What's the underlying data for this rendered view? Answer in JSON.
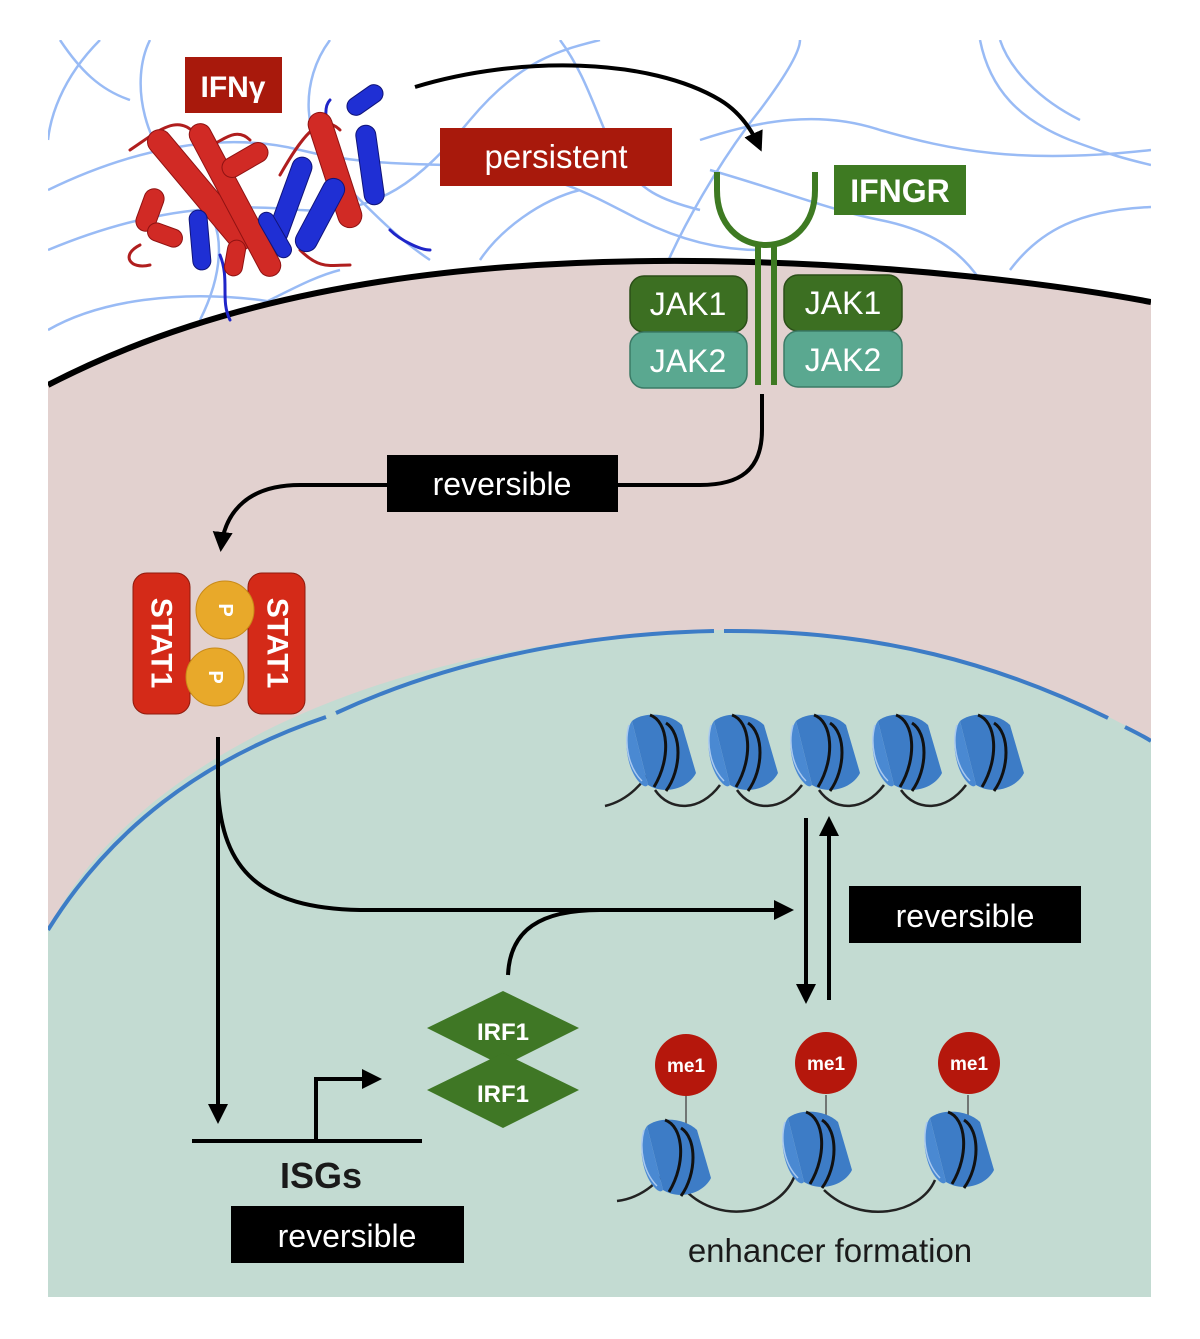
{
  "figure": {
    "title": "IFNγ signaling: persistent and reversible steps leading to enhancer formation",
    "colors": {
      "extracellular": "#ffffff",
      "ecm_fibers": "#8fb4f4",
      "cytoplasm": "#e2d1cf",
      "nucleus": "#c3dbd2",
      "cell_membrane": "#000000",
      "nuclear_envelope": "#3d7cc6",
      "ifng_label_bg": "#a8190c",
      "ifngr_green": "#3e7a22",
      "jak1_bg": "#3c6f22",
      "jak2_bg": "#5aa890",
      "stat1_bg": "#d42a18",
      "phospho_bg": "#e8a92a",
      "irf1_bg": "#3f7725",
      "me1_bg": "#b5170c",
      "nucleosome": "#3d7cc6",
      "black_label_bg": "#000000"
    }
  },
  "ligand": {
    "name": "IFNγ",
    "label_text": "IFNγ"
  },
  "labels": {
    "persistent": "persistent",
    "receptor": "IFNGR",
    "jak1_left": "JAK1",
    "jak1_right": "JAK1",
    "jak2_left": "JAK2",
    "jak2_right": "JAK2",
    "reversible_cytoplasm": "reversible",
    "stat1_left": "STAT1",
    "stat1_right": "STAT1",
    "phospho_top": "P",
    "phospho_bottom": "P",
    "reversible_chromatin": "reversible",
    "irf1_top": "IRF1",
    "irf1_bottom": "IRF1",
    "isgs": "ISGs",
    "reversible_isgs": "reversible",
    "me1_marks": [
      "me1",
      "me1",
      "me1"
    ],
    "enhancer_formation": "enhancer formation"
  },
  "chromatin": {
    "closed_nucleosome_count": 5,
    "open_nucleosome_count": 3,
    "modification": "me1"
  }
}
